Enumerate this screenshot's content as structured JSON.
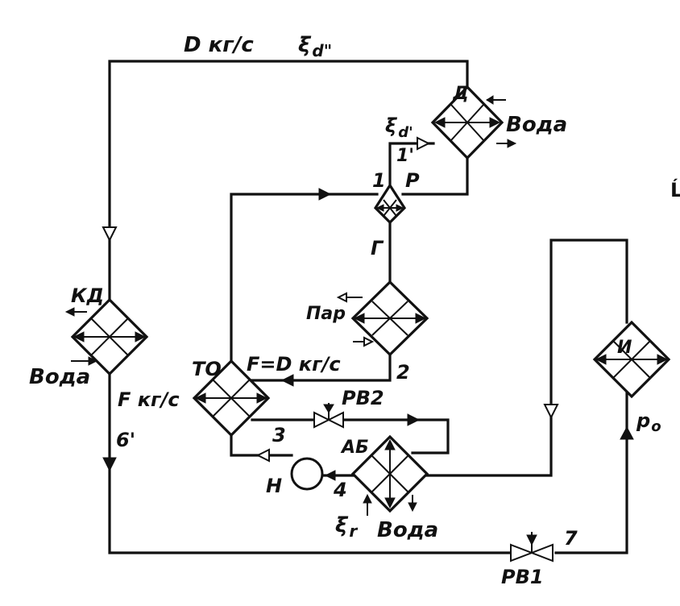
{
  "labels": {
    "d_flow": "D кг/с",
    "xi_d2": "ξ",
    "xi_d2_sub": "d\"",
    "d_unit": "Д",
    "voda_d": "Вода",
    "xi_d1": "ξ",
    "xi_d1_sub": "d'",
    "pt_1prime": "1'",
    "pt_1": "1",
    "pt_p": "Р",
    "g_unit": "Г",
    "kd_unit": "КД",
    "par": "Пар",
    "voda_kd": "Вода",
    "to_unit": "ТО",
    "f_eq": "F=D кг/с",
    "pt_2": "2",
    "f_flow": "F кг/с",
    "rv2": "РВ2",
    "pt_3": "3",
    "pt_6prime": "6'",
    "ab_unit": "АБ",
    "h_pump": "Н",
    "pt_4": "4",
    "xi_r": "ξ",
    "xi_r_sub": "r",
    "voda_ab": "Вода",
    "i_unit": "И",
    "p0": "p",
    "p0_sub": "o",
    "pt_7": "7",
    "rv1": "РВ1",
    "edge_mark": "Ĺ"
  }
}
